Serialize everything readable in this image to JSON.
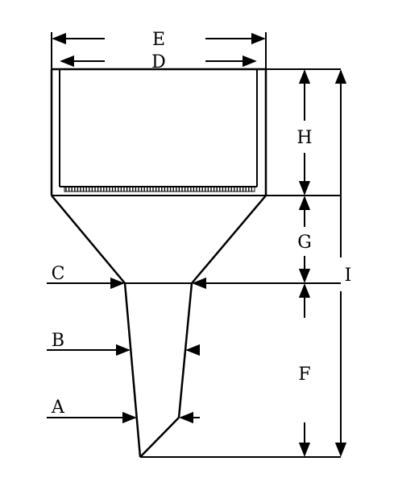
{
  "labels": {
    "E": "E",
    "D": "D",
    "H": "H",
    "G": "G",
    "I": "I",
    "C": "C",
    "B": "B",
    "A": "A",
    "F": "F"
  },
  "colors": {
    "stroke": "#000000",
    "background": "#ffffff"
  }
}
